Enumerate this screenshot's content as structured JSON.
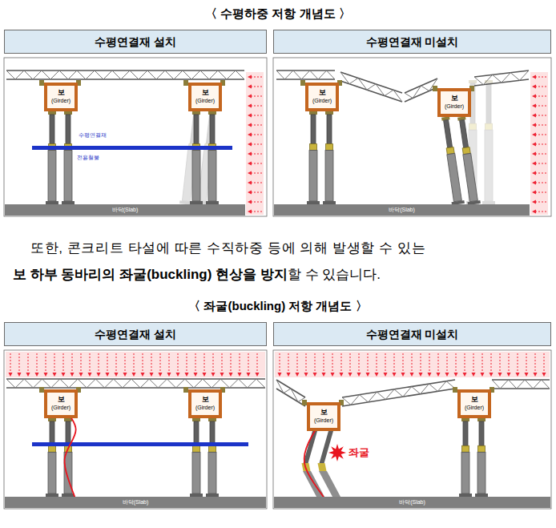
{
  "diagram": {
    "title": "〈 수평하중 저항 개념도 〉",
    "nodes": [
      {
        "text": [
          "수평연결재 설치"
        ]
      },
      {
        "text": [
          "보",
          "(Girder)"
        ],
        "in": 0
      },
      {
        "text": [
          "보",
          "(Girder)"
        ],
        "in": 0
      },
      {
        "text": [
          "바닥(Slab)"
        ],
        "in": 0
      },
      {
        "text": [
          "수평연결재 미설치"
        ]
      },
      {
        "text": [
          "보",
          "(Girder)"
        ],
        "in": 4
      },
      {
        "text": [
          "보",
          "(Girder)"
        ],
        "in": 4
      },
      {
        "text": [
          "바닥(Slab)"
        ],
        "in": 4
      },
      {
        "text": [
          "수평연결재 설치"
        ]
      },
      {
        "text": [
          "보",
          "(Girder)"
        ],
        "in": 8
      },
      {
        "text": [
          "보",
          "(Girder)"
        ],
        "in": 8
      },
      {
        "text": [
          "바닥(Slab)"
        ],
        "in": 8
      },
      {
        "text": [
          "수평연결재 미설치"
        ]
      },
      {
        "text": [
          "보",
          "(Girder)"
        ],
        "in": 12
      },
      {
        "text": [
          "보",
          "(Girder)"
        ],
        "in": 12
      },
      {
        "text": [
          "바닥(Slab)"
        ],
        "in": 12
      }
    ],
    "labels": [
      "수평연결재",
      "전용철물",
      "또한, 콘크리트 타설에 따른 수직하중 등에 의해 발생할 수 있는",
      "보 하부 동바리의 좌굴(buckling) 현상을 방지",
      "할 수 있습니다.",
      "〈 좌굴(buckling) 저항 개념도 〉",
      "좌굴"
    ]
  }
}
